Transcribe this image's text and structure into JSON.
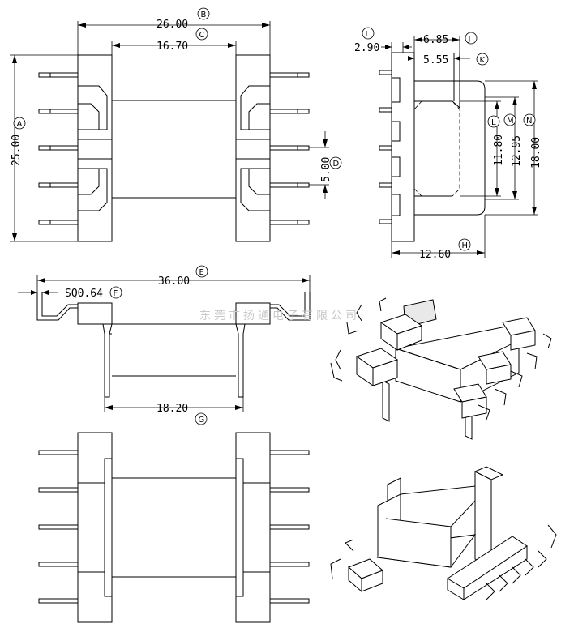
{
  "dimensions": {
    "A": {
      "letter": "A",
      "value": "25.00"
    },
    "B": {
      "letter": "B",
      "value": "26.00"
    },
    "C": {
      "letter": "C",
      "value": "16.70"
    },
    "D": {
      "letter": "D",
      "value": "5.00"
    },
    "E": {
      "letter": "E",
      "value": "36.00"
    },
    "F": {
      "letter": "F",
      "value": "SQ0.64"
    },
    "G": {
      "letter": "G",
      "value": "18.20"
    },
    "H": {
      "letter": "H",
      "value": "12.60"
    },
    "I": {
      "letter": "I",
      "value": "2.90"
    },
    "J": {
      "letter": "J",
      "value": "6.85"
    },
    "K": {
      "letter": "K",
      "value": "5.55"
    },
    "L": {
      "letter": "L",
      "value": "11.80"
    },
    "M": {
      "letter": "M",
      "value": "12.95"
    },
    "N": {
      "letter": "N",
      "value": "18.00"
    }
  },
  "watermark": "东莞市扬通电子有限公司"
}
